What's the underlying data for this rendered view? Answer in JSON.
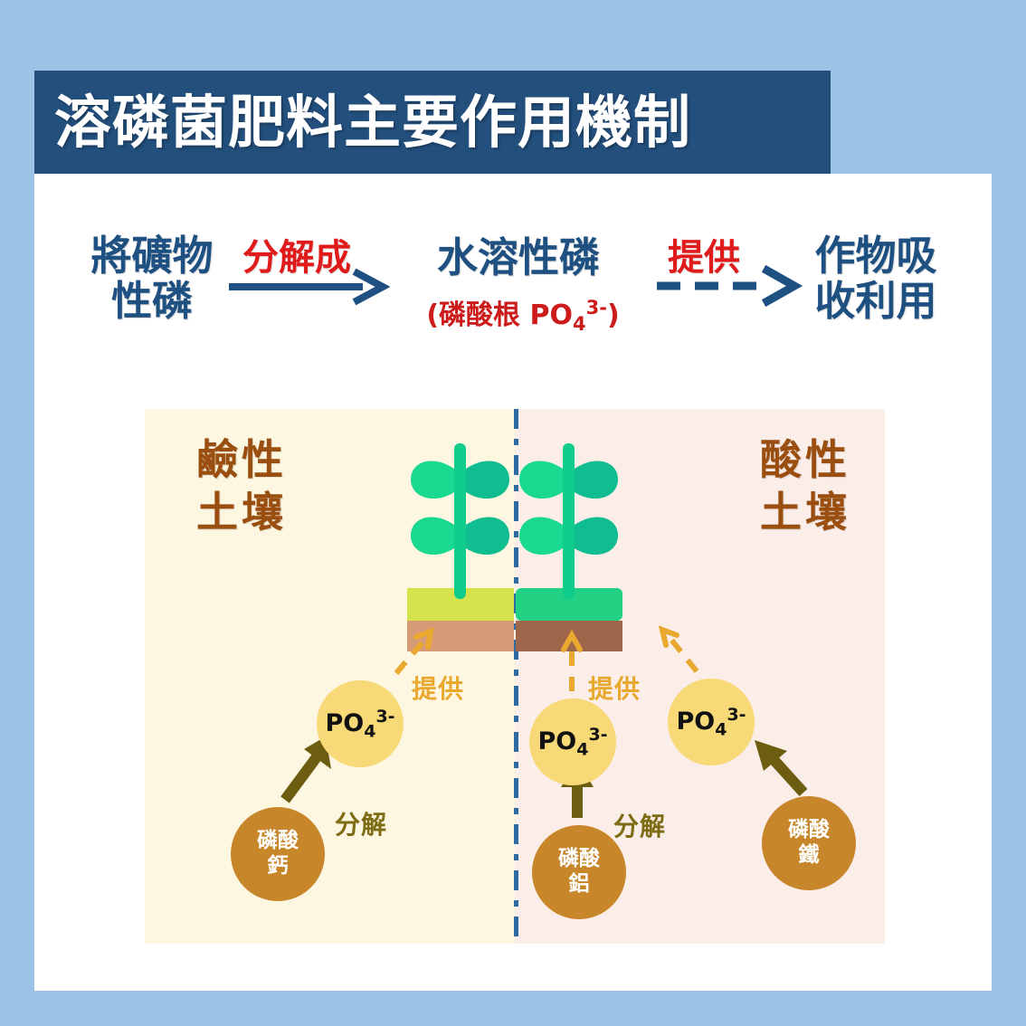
{
  "page": {
    "background_color": "#9cc2e5",
    "card_color": "#ffffff"
  },
  "header": {
    "title": "溶磷菌肥料主要作用機制",
    "banner_color": "#234f7d",
    "text_color": "#ffffff"
  },
  "flow": {
    "navy": "#1f5082",
    "red": "#cc1b1b",
    "step1_label": "將礦物\n性磷",
    "step1_line1": "將礦物",
    "step1_line2": "性磷",
    "action1": "分解成",
    "step2_line1": "水溶性磷",
    "step2_sub_prefix": "(磷酸根  PO",
    "step2_sub_4": "4",
    "step2_sub_charge": "3-",
    "step2_sub_suffix": ")",
    "action2": "提供",
    "step3_line1": "作物吸",
    "step3_line2": "收利用",
    "arrow1_icon": "solid-arrow-right-icon",
    "arrow2_icon": "dashed-arrow-right-icon"
  },
  "panels": {
    "alkaline": {
      "title_line1": "鹼性",
      "title_line2": "土壤",
      "background": "#fdf6e0",
      "title_color": "#9a4f10"
    },
    "acidic": {
      "title_line1": "酸性",
      "title_line2": "土壤",
      "background": "#fbeee9",
      "title_color": "#9a4f10"
    },
    "divider_color": "#2f6ba3"
  },
  "diagram": {
    "po4_label_prefix": "PO",
    "po4_label_sub": "4",
    "po4_label_sup": "3-",
    "po4_color": "#f8d978",
    "mineral_color": "#c8862a",
    "provide_label": "提供",
    "provide_color": "#e9a82e",
    "decompose_label": "分解",
    "decompose_color": "#7d6c13",
    "nodes": {
      "calcium_phosphate_line1": "磷酸",
      "calcium_phosphate_line2": "鈣",
      "aluminum_phosphate_line1": "磷酸",
      "aluminum_phosphate_line2": "鋁",
      "iron_phosphate_line1": "磷酸",
      "iron_phosphate_line2": "鐵"
    }
  },
  "plants": {
    "stem_color": "#10cd8c",
    "leaf_left_color": "#19d88f",
    "leaf_right_color": "#0fbd90",
    "grass_alkaline": "#d5e34d",
    "soil_alkaline": "#d79a76",
    "grass_acidic": "#23d185",
    "soil_acidic": "#a0664c"
  }
}
